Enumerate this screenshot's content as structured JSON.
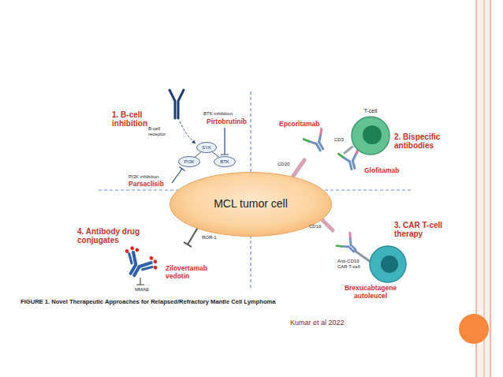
{
  "diagram": {
    "caption": "FIGURE 1. Novel Therapeutic Approaches for Relapsed/Refractory Mantle Cell Lymphoma",
    "nodes": [
      {
        "text": [
          "SYK"
        ]
      },
      {
        "text": [
          "PI3K"
        ]
      },
      {
        "text": [
          "BTK"
        ]
      },
      {
        "text": [
          "T-cell"
        ]
      },
      {
        "text": [
          "MCL tumor cell"
        ]
      },
      {
        "text": [
          "Anti-CD19 CAR T-cell"
        ]
      }
    ],
    "edges": [
      {
        "from": 0,
        "to": 1,
        "arrow": "none"
      },
      {
        "from": 0,
        "to": 2,
        "arrow": "none"
      }
    ],
    "labels": [
      "1. B-cell inhibition",
      "B-cell receptor",
      "BTK inhibition",
      "Pirtobrutinib",
      "PI3K inhibition",
      "Parsaclisib",
      "Epcoritamab",
      "CD3",
      "2. Bispecific antibodies",
      "CD20",
      "Glofitamab",
      "4. Antibody drug conjugates",
      "ROR-1",
      "CD19",
      "3. CAR T-cell therapy",
      "Zilovertamab vedotin",
      "Brexucabtagene autoleucel",
      "MMAE",
      "Kumar et al 2022"
    ]
  }
}
